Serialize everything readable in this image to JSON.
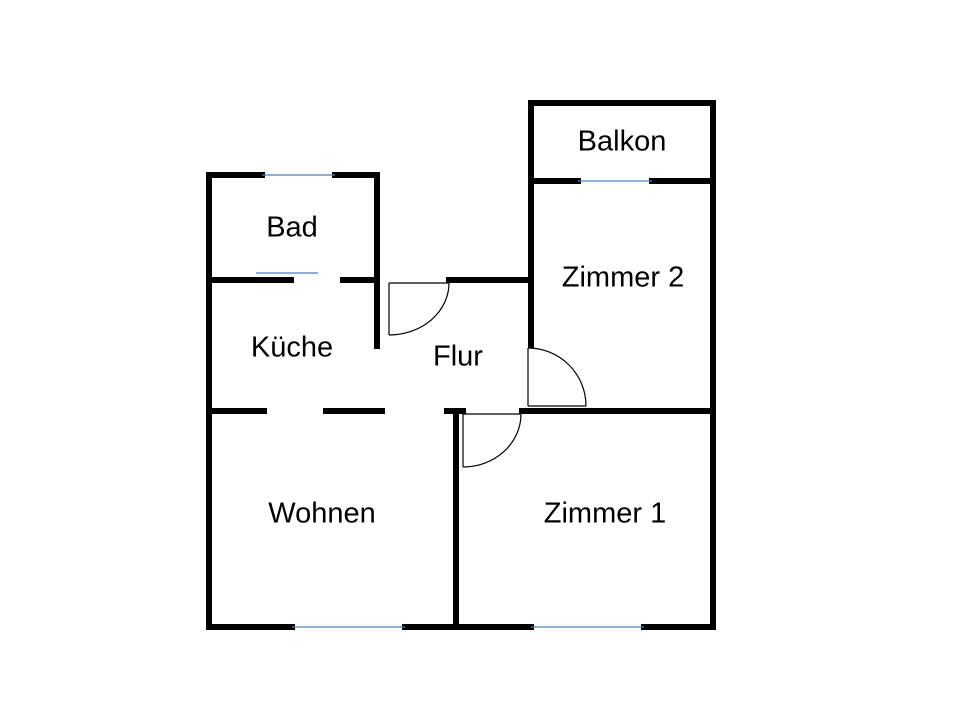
{
  "floorplan": {
    "rooms": {
      "balkon": "Balkon",
      "bad": "Bad",
      "zimmer2": "Zimmer 2",
      "kueche": "Küche",
      "flur": "Flur",
      "wohnen": "Wohnen",
      "zimmer1": "Zimmer 1"
    },
    "colors": {
      "wall": "#000000",
      "window": "#4f81bd",
      "door": "#000000",
      "background": "#ffffff"
    }
  }
}
